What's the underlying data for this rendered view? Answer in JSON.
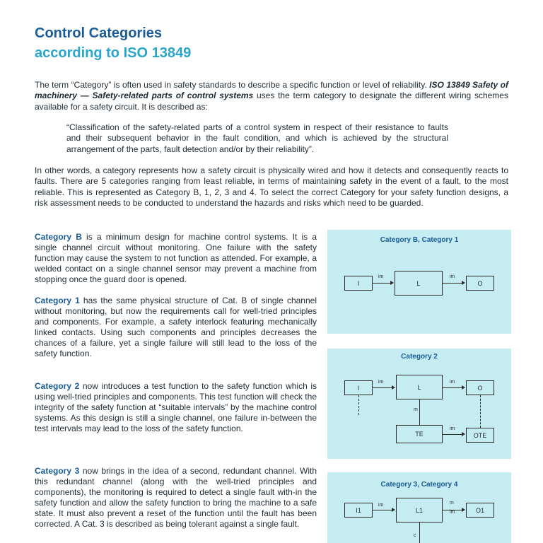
{
  "header": {
    "title": "Control Categories",
    "subtitle": "according to ISO 13849"
  },
  "intro": {
    "p1_a": "The term “Category” is often used in safety standards to describe a specific function or level of reliability. ",
    "p1_b": "ISO 13849 Safety of machinery — Safety-related parts of control systems",
    "p1_c": " uses the term category to designate the different wiring schemes available for a safety circuit. It is described as:",
    "quote": "“Classification of the safety-related parts of a control system in respect of their resistance to faults and their subsequent behavior in the fault condition, and which is achieved by the structural arrangement of the parts, fault detection and/or by their reliability”.",
    "p2": "In other words, a category represents how a safety circuit is physically wired and how it detects and consequently reacts to faults. There are 5 categories ranging from least reliable, in terms of maintaining safety in the event of a fault, to the most reliable. This is represented as Category B, 1, 2, 3 and 4. To select the correct Category for your safety function designs, a risk assessment needs to be conducted to understand the hazards and risks which need to be guarded."
  },
  "categories": {
    "b_label": "Category B",
    "b_text": " is a minimum design for machine control systems. It is a single channel circuit without monitoring. One failure with the safety function may cause the system to not function as attended. For example, a welded contact on a single channel sensor may prevent a machine from stopping once the guard door is opened.",
    "c1_label": "Category 1",
    "c1_text": " has the same physical structure of Cat. B of single channel without monitoring, but now the requirements call for well-tried principles and components. For example, a safety interlock featuring mechanically linked contacts. Using such components and principles decreases the chances of a failure, yet a single failure will still lead to the loss of the safety function.",
    "c2_label": "Category 2",
    "c2_text": " now introduces a test function to the safety function which is using well-tried principles and components. This test function will check the integrity of the safety function at “suitable intervals” by the machine control systems. As this design is still a single channel, one failure in-between the test intervals may lead to the loss of the safety function.",
    "c3_label": "Category 3",
    "c3_text": " now brings in the idea of a second, redundant channel. With this redundant channel (along with the well-tried principles and components), the monitoring is required to detect a single fault with-in the safety function and allow the safety function to bring the machine to a safe state. It must also prevent a reset of the function until the fault has been corrected. A Cat. 3 is described as being tolerant against a single fault."
  },
  "diagrams": {
    "d1": {
      "title": "Category B, Category 1",
      "boxes": [
        "I",
        "L",
        "O"
      ],
      "labels": [
        "im",
        "im"
      ]
    },
    "d2": {
      "title": "Category 2",
      "boxes": [
        "I",
        "L",
        "O",
        "TE",
        "OTE"
      ],
      "labels": [
        "im",
        "im",
        "m",
        "im"
      ]
    },
    "d3": {
      "title": "Category 3, Category 4",
      "boxes": [
        "I1",
        "L1",
        "O1"
      ],
      "labels": [
        "im",
        "m",
        "im",
        "c"
      ]
    }
  }
}
